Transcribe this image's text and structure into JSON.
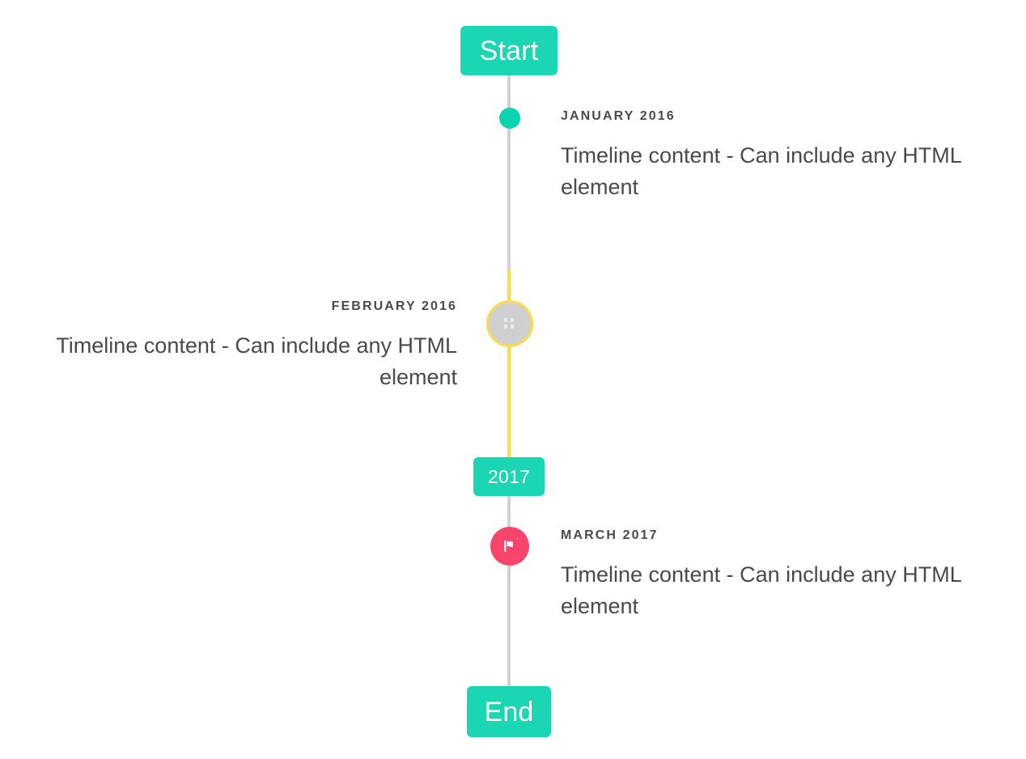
{
  "background": "#ffffff",
  "colors": {
    "accent_teal": "#1ad6b3",
    "marker_teal": "#0ad3b0",
    "yellow": "#fadb4a",
    "pink": "#f9456b",
    "line_gray": "#d2d2d2",
    "marker_gray": "#cfcfcf",
    "text": "#4a4a4a"
  },
  "timeline": {
    "start_badge": {
      "label": "Start"
    },
    "end_badge": {
      "label": "End"
    },
    "year_badge": {
      "label": "2017"
    },
    "entries": [
      {
        "id": "january-2016",
        "side": "right",
        "label": "JANUARY 2016",
        "body": "Timeline content - Can include any HTML element",
        "marker": {
          "type": "dot",
          "icon": "dot-icon",
          "color": "#0ad3b0"
        }
      },
      {
        "id": "february-2016",
        "side": "left",
        "label": "FEBRUARY 2016",
        "body": "Timeline content - Can include any HTML element",
        "marker": {
          "type": "circle",
          "icon": "broken-image-icon",
          "color": "#cfcfcf",
          "border_color": "#fadb4a"
        }
      },
      {
        "id": "march-2017",
        "side": "right",
        "label": "MARCH 2017",
        "body": "Timeline content - Can include any HTML element",
        "marker": {
          "type": "flag",
          "icon": "flag-icon",
          "color": "#f9456b"
        }
      }
    ]
  }
}
